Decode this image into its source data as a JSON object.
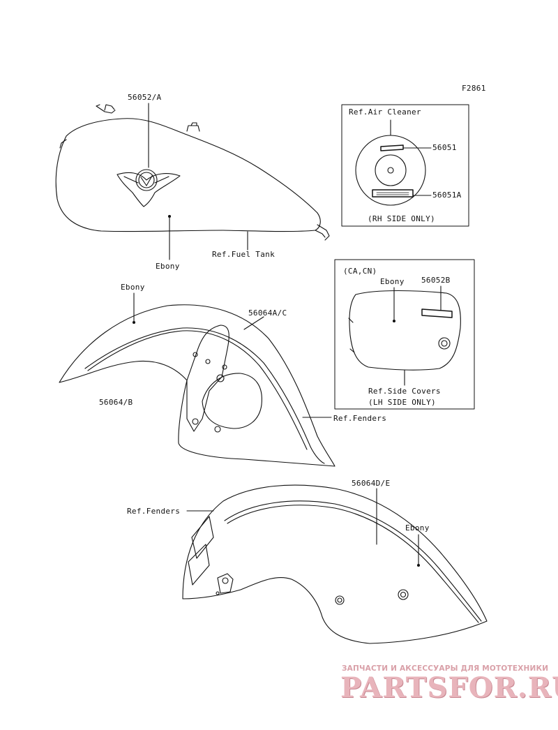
{
  "figure_code": "F2861",
  "fuel_tank": {
    "part_number": "56052/A",
    "color_label": "Ebony",
    "ref_label": "Ref.Fuel Tank"
  },
  "air_cleaner_box": {
    "title": "Ref.Air Cleaner",
    "part_upper": "56051",
    "part_lower": "56051A",
    "note": "(RH SIDE ONLY)"
  },
  "side_cover_box": {
    "region": "(CA,CN)",
    "color_label": "Ebony",
    "part_number": "56052B",
    "ref_label": "Ref.Side Covers",
    "note": "(LH SIDE ONLY)"
  },
  "front_fender": {
    "color_label": "Ebony",
    "part_upper": "56064A/C",
    "part_lower": "56064/B",
    "ref_label": "Ref.Fenders"
  },
  "rear_fender": {
    "part_number": "56064D/E",
    "ref_label": "Ref.Fenders",
    "color_label": "Ebony"
  },
  "watermark": {
    "subtitle": "ЗАПЧАСТИ И АКСЕССУАРЫ ДЛЯ МОТОТЕХНИКИ",
    "brand": "PARTSFOR.RU"
  },
  "colors": {
    "line": "#111111",
    "watermark": "#e8b4bb"
  }
}
